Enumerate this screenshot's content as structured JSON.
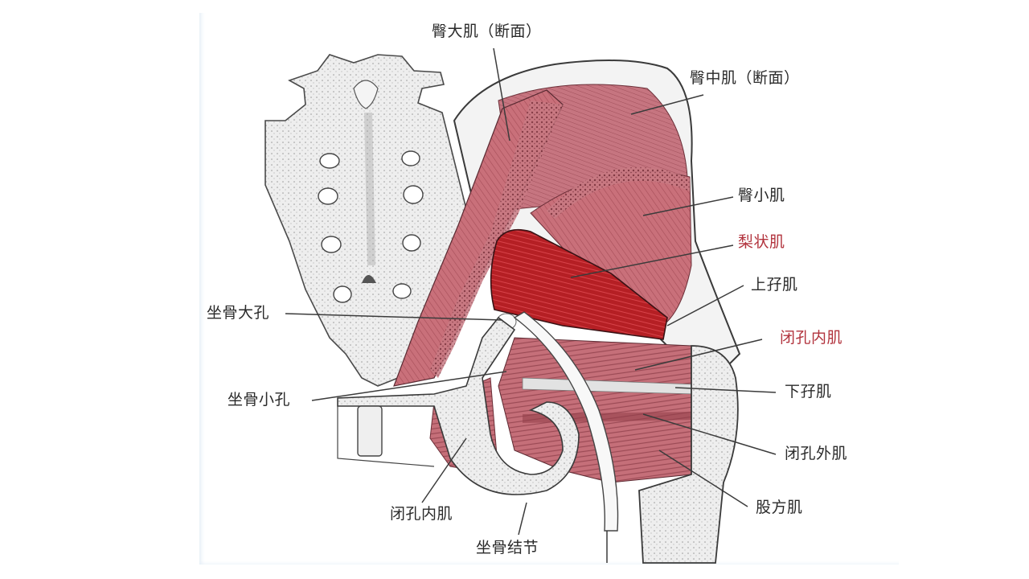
{
  "figure": {
    "title": "",
    "colors": {
      "label_default": "#2a2a2a",
      "label_highlight": "#b2333d",
      "muscle_pink": "#c9707a",
      "muscle_piriformis": "#b51f24",
      "bone": "#ececec",
      "outline": "#4a4a4a"
    }
  },
  "labels": [
    {
      "id": "gluteus-maximus-cut",
      "text": "臀大肌（断面）",
      "highlight": false
    },
    {
      "id": "gluteus-medius-cut",
      "text": "臀中肌（断面）",
      "highlight": false
    },
    {
      "id": "gluteus-minimus",
      "text": "臀小肌",
      "highlight": false
    },
    {
      "id": "piriformis",
      "text": "梨状肌",
      "highlight": true
    },
    {
      "id": "gemellus-superior",
      "text": "上孖肌",
      "highlight": false
    },
    {
      "id": "obturator-internus-right",
      "text": "闭孔内肌",
      "highlight": true
    },
    {
      "id": "gemellus-inferior",
      "text": "下孖肌",
      "highlight": false
    },
    {
      "id": "obturator-externus",
      "text": "闭孔外肌",
      "highlight": false
    },
    {
      "id": "quadratus-femoris",
      "text": "股方肌",
      "highlight": false
    },
    {
      "id": "greater-sciatic-foramen",
      "text": "坐骨大孔",
      "highlight": false
    },
    {
      "id": "lesser-sciatic-foramen",
      "text": "坐骨小孔",
      "highlight": false
    },
    {
      "id": "obturator-internus-bottom",
      "text": "闭孔内肌",
      "highlight": false
    },
    {
      "id": "ischial-tuberosity",
      "text": "坐骨结节",
      "highlight": false
    }
  ]
}
